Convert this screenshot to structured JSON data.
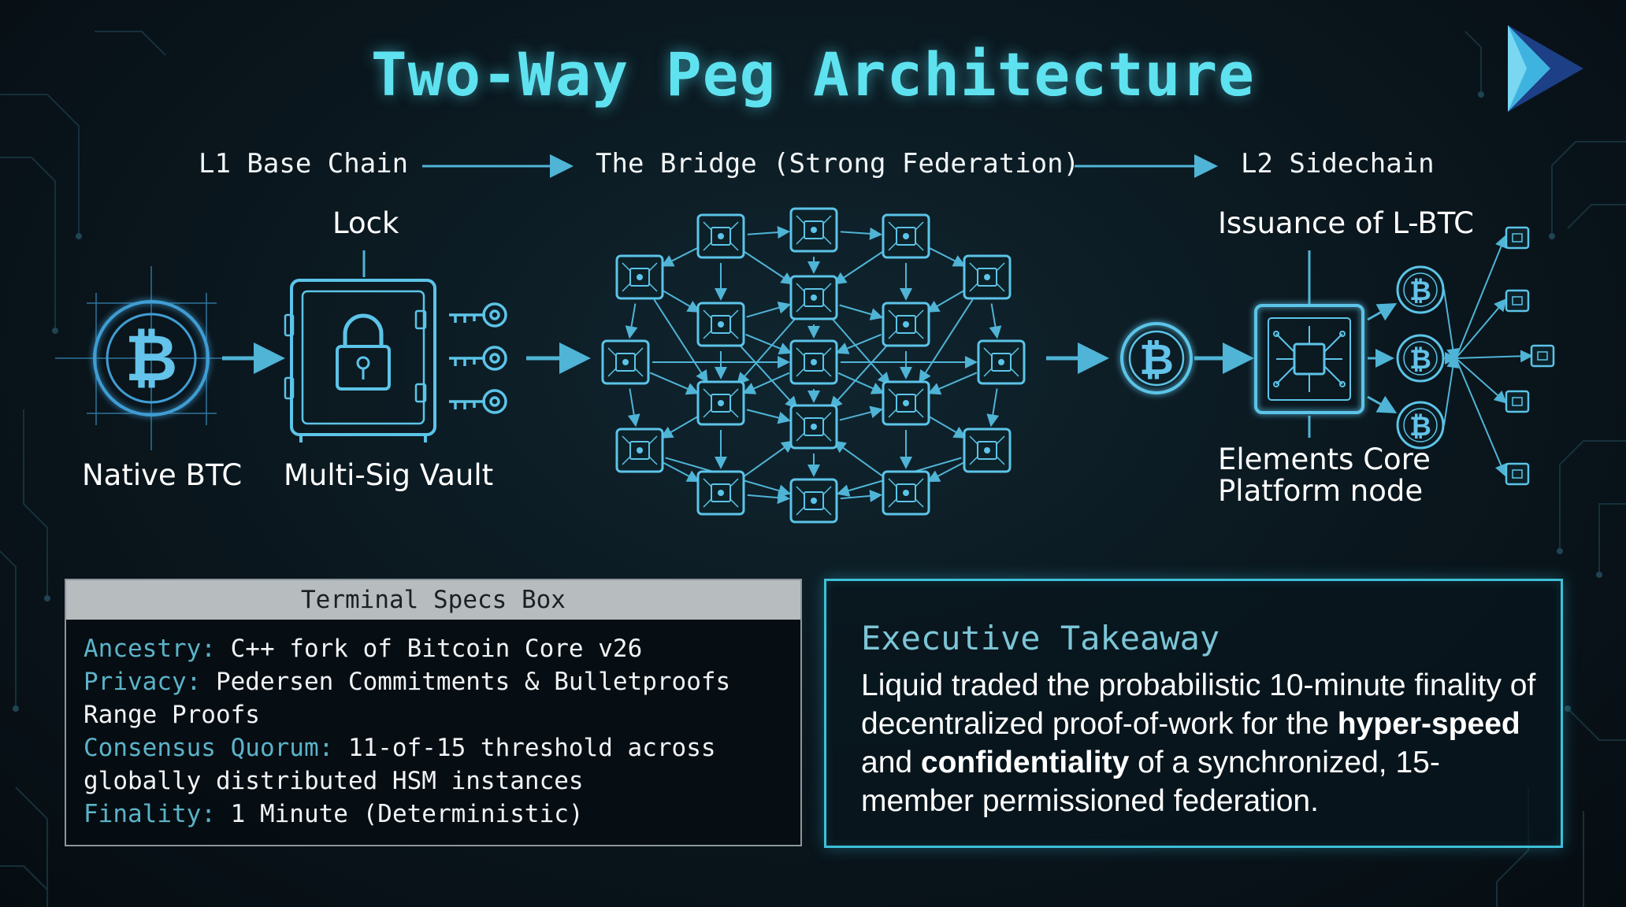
{
  "title": "Two-Way Peg Architecture",
  "headers": {
    "l1": "L1 Base Chain",
    "bridge": "The Bridge (Strong Federation)",
    "l2": "L2 Sidechain"
  },
  "labels": {
    "lock": "Lock",
    "native_btc": "Native BTC",
    "vault": "Multi-Sig Vault",
    "issuance": "Issuance of L-BTC",
    "elements_line1": "Elements Core",
    "elements_line2": "Platform node"
  },
  "specs": {
    "header": "Terminal Specs Box",
    "rows": [
      {
        "key": "Ancestry:",
        "value": " C++ fork of Bitcoin Core v26"
      },
      {
        "key": "Privacy:",
        "value": " Pedersen Commitments & Bulletproofs"
      },
      {
        "key": "",
        "value": "Range Proofs"
      },
      {
        "key": "Consensus Quorum:",
        "value": " 11-of-15 threshold across"
      },
      {
        "key": "",
        "value": "globally distributed HSM instances"
      },
      {
        "key": "Finality:",
        "value": " 1 Minute (Deterministic)"
      }
    ]
  },
  "takeaway": {
    "title": "Executive Takeaway",
    "text_1": "Liquid traded the probabilistic 10-minute finality of decentralized proof-of-work for the ",
    "bold_1": "hyper-speed",
    "text_2": " and ",
    "bold_2": "confidentiality",
    "text_3": " of a synchronized, 15-member permissioned federation."
  },
  "colors": {
    "accent": "#5fe2ef",
    "line": "#4fb4d6",
    "spec_key": "#5bb3c8",
    "takeaway_border": "#3dc0d8"
  },
  "icons": [
    "bitcoin-icon",
    "vault-icon",
    "key-icon",
    "chip-icon",
    "play-logo-icon"
  ]
}
